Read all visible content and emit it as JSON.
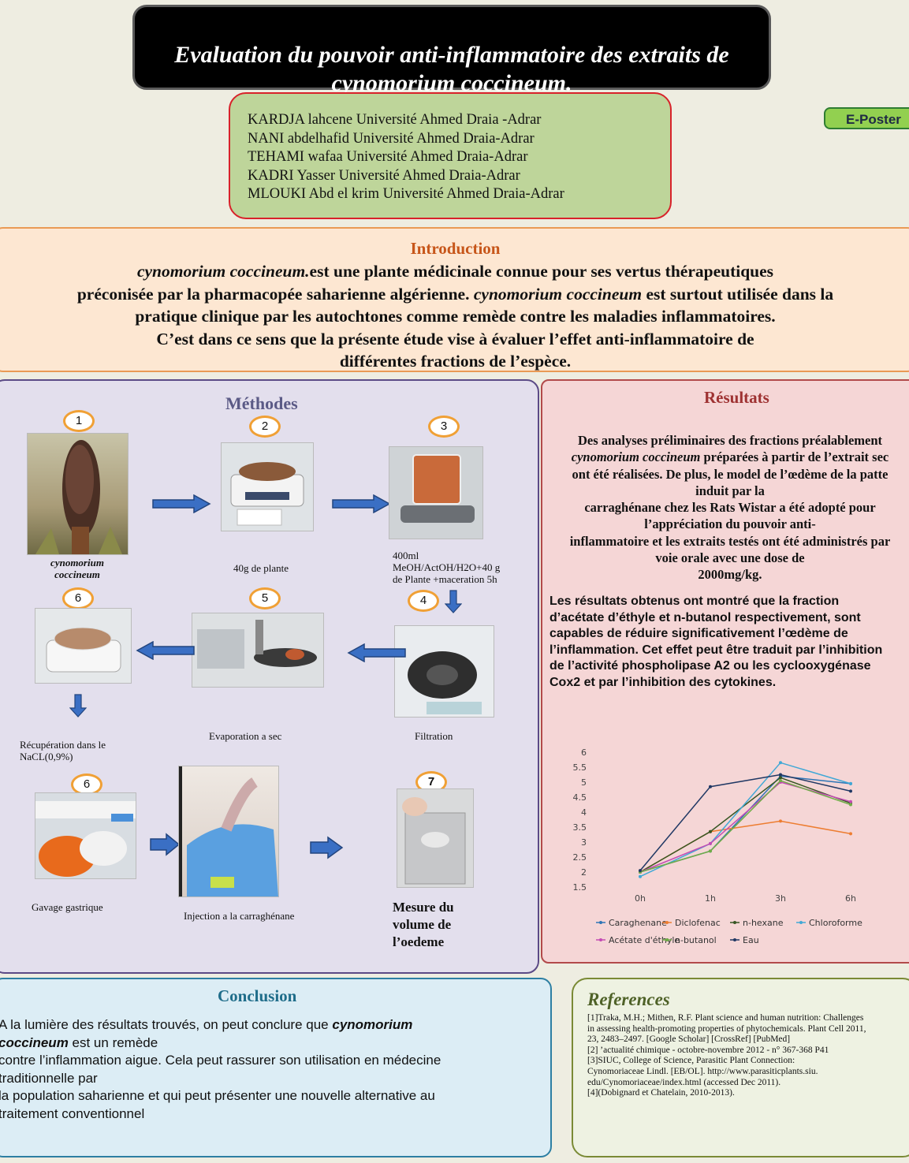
{
  "header": {
    "title_line1": "Evaluation du pouvoir anti-inflammatoire des extraits de",
    "title_line2": "cynomorium coccineum.",
    "badge": "E-Poster",
    "authors": [
      "KARDJA lahcene Université Ahmed Draia -Adrar",
      "NANI abdelhafid Université Ahmed Draia-Adrar",
      "TEHAMI wafaa  Université  Ahmed Draia-Adrar",
      "KADRI Yasser Université  Ahmed Draia-Adrar",
      "MLOUKI Abd el krim Université  Ahmed Draia-Adrar"
    ]
  },
  "introduction": {
    "title": "Introduction",
    "l1_it": "cynomorium coccineum.",
    "l1_rest": "est une plante médicinale connue pour ses vertus thérapeutiques",
    "l2_a": "préconisée par la pharmacopée saharienne algérienne. ",
    "l2_it": "cynomorium coccineum",
    "l2_b": " est surtout utilisée dans la",
    "l3": "pratique clinique par les autochtones comme remède contre les maladies inflammatoires.",
    "l4": "C’est dans ce sens que la présente étude vise à évaluer l’effet anti-inflammatoire de",
    "l5": "différentes fractions de l’espèce."
  },
  "methods": {
    "title": "Méthodes",
    "steps": {
      "s1": "1",
      "s2": "2",
      "s3": "3",
      "s4": "4",
      "s5": "5",
      "s6a": "6",
      "s6b": "6",
      "s7": "7"
    },
    "cap1": "cynomorium coccineum",
    "cap2": "40g de plante",
    "cap3": "400ml MeOH/ActOH/H2O+40 g de Plante +maceration 5h",
    "cap4": "Filtration",
    "cap5": "Evaporation a sec",
    "cap6": "Récupération dans le NaCL(0,9%)",
    "cap7": "Gavage gastrique",
    "cap8": "Injection a la carraghénane",
    "cap9": "Mesure du volume de l’oedeme"
  },
  "results": {
    "title": "Résultats",
    "p1_a": "Des analyses préliminaires des fractions préalablement",
    "p1_it": "cynomorium coccineum",
    "p1_b": " préparées à partir de l’extrait sec",
    "p1_c": "ont été réalisées. De plus, le model de l’œdème de la patte",
    "p1_d": "induit par la",
    "p1_e": "carraghénane chez les Rats Wistar a été adopté pour",
    "p1_f": "l’appréciation du pouvoir anti-",
    "p1_g": "inflammatoire et les extraits testés ont été administrés par",
    "p1_h": "voie orale avec une dose de",
    "p1_i": "2000mg/kg.",
    "p2": "Les résultats obtenus ont montré que la fraction d’acétate d’éthyle et n-butanol respectivement, sont capables de réduire significativement l’œdème de l’inflammation. Cet effet peut être traduit par l’inhibition de l’activité phospholipase A2 ou les cyclooxygénase Cox2 et par l’inhibition des cytokines."
  },
  "chart_data": {
    "type": "line",
    "x": [
      "0h",
      "1h",
      "3h",
      "6h"
    ],
    "ylim": [
      1.5,
      6
    ],
    "yticks": [
      "1.5",
      "2",
      "2.5",
      "3",
      "3.5",
      "4",
      "4.5",
      "5",
      "5.5",
      "6"
    ],
    "series": [
      {
        "name": "Caraghenane",
        "color": "#2e75b6",
        "values": [
          2.0,
          2.7,
          5.2,
          4.95
        ]
      },
      {
        "name": "Diclofenac",
        "color": "#ed7d31",
        "values": [
          2.0,
          3.35,
          3.7,
          3.28
        ]
      },
      {
        "name": "n-hexane",
        "color": "#375623",
        "values": [
          2.0,
          3.35,
          5.15,
          4.3
        ]
      },
      {
        "name": "Chloroforme",
        "color": "#41a8d6",
        "values": [
          1.85,
          2.95,
          5.65,
          4.95
        ]
      },
      {
        "name": "Acétate d'éthyle",
        "color": "#c44bb4",
        "values": [
          2.0,
          2.95,
          5.0,
          4.35
        ]
      },
      {
        "name": "n-butanol",
        "color": "#70ad47",
        "values": [
          2.0,
          2.7,
          5.05,
          4.25
        ]
      },
      {
        "name": "Eau",
        "color": "#203864",
        "values": [
          2.05,
          4.85,
          5.25,
          4.7
        ]
      }
    ]
  },
  "conclusion": {
    "title": "Conclusion",
    "l1_a": "A la lumière des résultats trouvés, on peut conclure que ",
    "l1_it": "cynomorium",
    "l2_it": "coccineum",
    "l2_b": " est un remède",
    "l3": "contre l’inflammation aigue. Cela peut rassurer son utilisation en médecine",
    "l4": "traditionnelle par",
    "l5": "la population saharienne et qui peut présenter une nouvelle alternative au",
    "l6": "traitement   conventionnel"
  },
  "references": {
    "title": "References",
    "lines": [
      "[1]Traka, M.H.; Mithen, R.F. Plant science and human nutrition: Challenges",
      "in assessing health-promoting properties of phytochemicals. Plant Cell 2011,",
      "23, 2483–2497. [Google Scholar] [CrossRef] [PubMed]",
      "[2] ’actualité chimique - octobre-novembre 2012 - n° 367-368 P41",
      "[3]SIUC, College of Science, Parasitic Plant Connection:",
      "Cynomoriaceae Lindl. [EB/OL]. http://www.parasiticplants.siu.",
      "edu/Cynomoriaceae/index.html (accessed Dec 2011).",
      "[4](Dobignard et Chatelain, 2010-2013)."
    ]
  }
}
